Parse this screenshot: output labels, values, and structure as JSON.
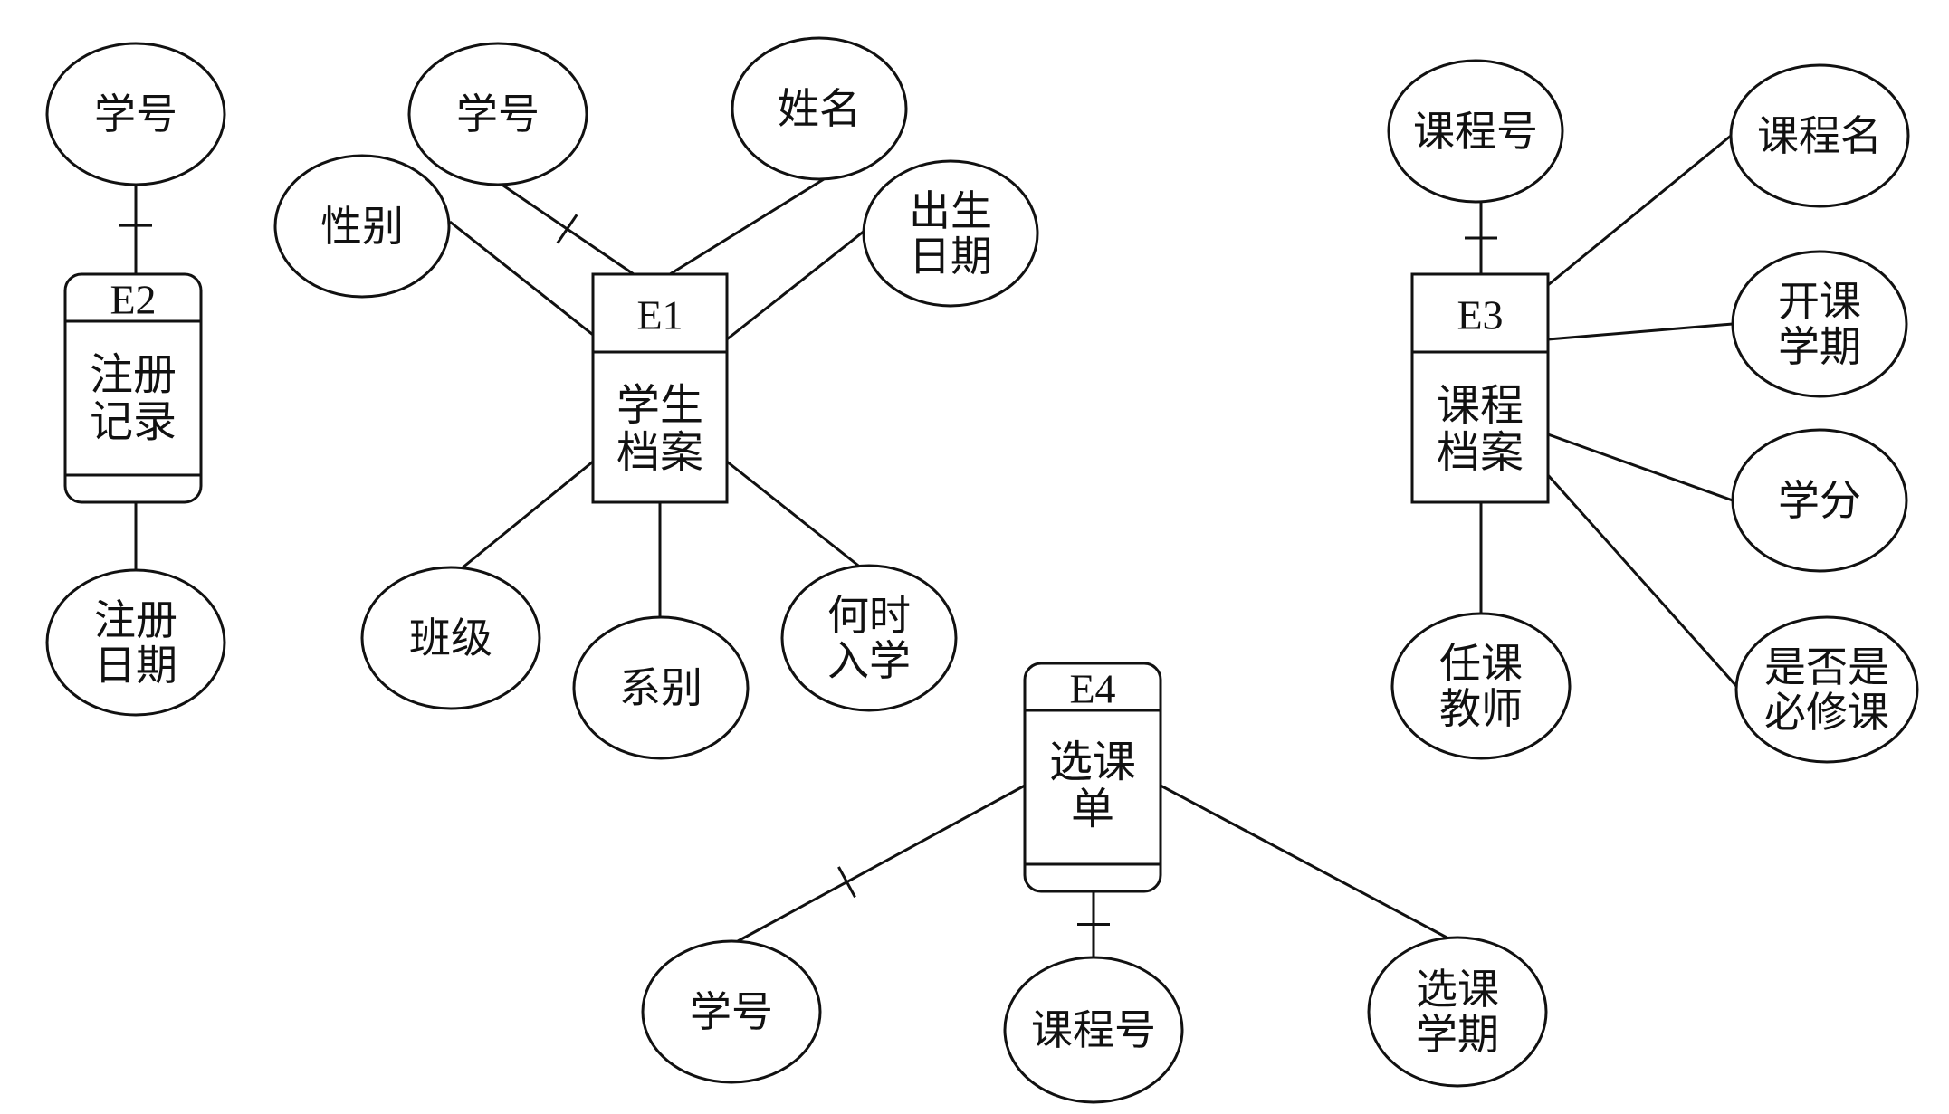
{
  "entities": [
    {
      "key": "e2",
      "id": "E2",
      "name_lines": [
        "注册",
        "记录"
      ],
      "attributes": [
        {
          "key": "e2-student-no",
          "lines": [
            "学号"
          ]
        },
        {
          "key": "e2-register-date",
          "lines": [
            "注册",
            "日期"
          ]
        }
      ]
    },
    {
      "key": "e1",
      "id": "E1",
      "name_lines": [
        "学生",
        "档案"
      ],
      "attributes": [
        {
          "key": "e1-student-no",
          "lines": [
            "学号"
          ]
        },
        {
          "key": "e1-name",
          "lines": [
            "姓名"
          ]
        },
        {
          "key": "e1-gender",
          "lines": [
            "性别"
          ]
        },
        {
          "key": "e1-birth-date",
          "lines": [
            "出生",
            "日期"
          ]
        },
        {
          "key": "e1-class",
          "lines": [
            "班级"
          ]
        },
        {
          "key": "e1-department",
          "lines": [
            "系别"
          ]
        },
        {
          "key": "e1-enroll-time",
          "lines": [
            "何时",
            "入学"
          ]
        }
      ]
    },
    {
      "key": "e3",
      "id": "E3",
      "name_lines": [
        "课程",
        "档案"
      ],
      "attributes": [
        {
          "key": "e3-course-no",
          "lines": [
            "课程号"
          ]
        },
        {
          "key": "e3-course-name",
          "lines": [
            "课程名"
          ]
        },
        {
          "key": "e3-semester",
          "lines": [
            "开课",
            "学期"
          ]
        },
        {
          "key": "e3-credit",
          "lines": [
            "学分"
          ]
        },
        {
          "key": "e3-required",
          "lines": [
            "是否是",
            "必修课"
          ]
        },
        {
          "key": "e3-teacher",
          "lines": [
            "任课",
            "教师"
          ]
        }
      ]
    },
    {
      "key": "e4",
      "id": "E4",
      "name_lines": [
        "选课",
        "单"
      ],
      "attributes": [
        {
          "key": "e4-student-no",
          "lines": [
            "学号"
          ]
        },
        {
          "key": "e4-course-no",
          "lines": [
            "课程号"
          ]
        },
        {
          "key": "e4-semester",
          "lines": [
            "选课",
            "学期"
          ]
        }
      ]
    }
  ]
}
